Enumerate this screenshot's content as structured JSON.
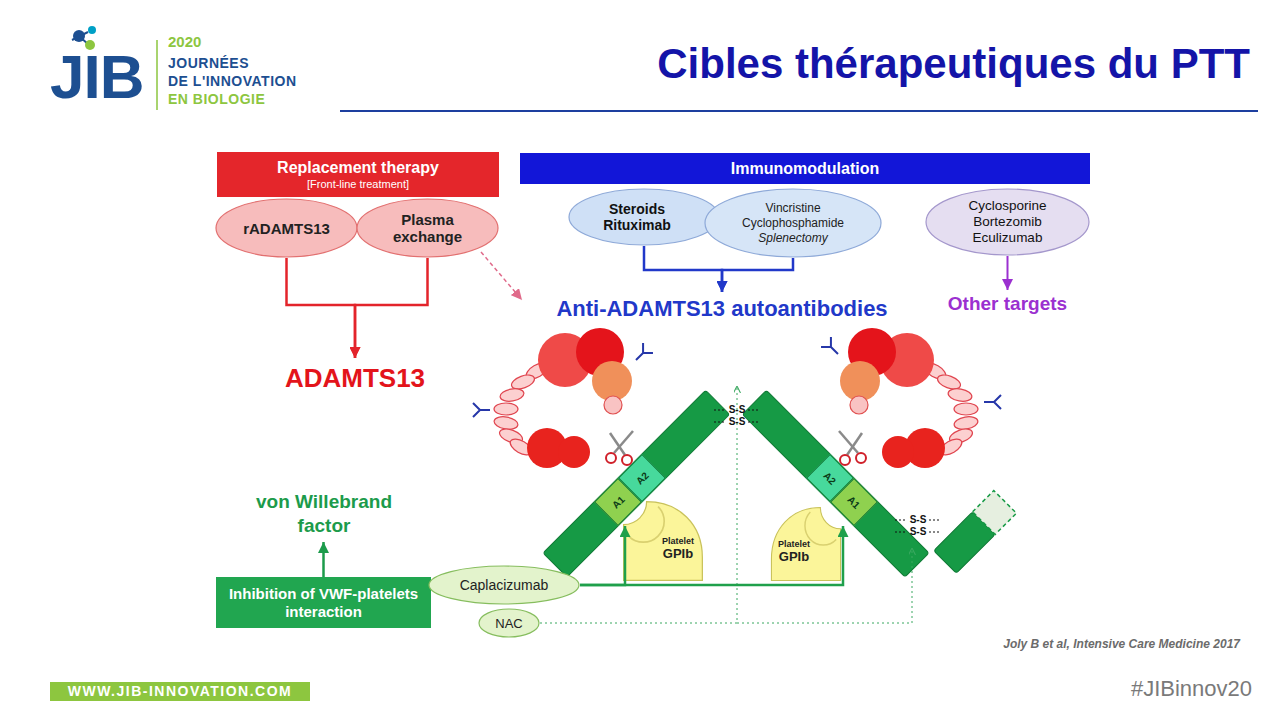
{
  "diagram": {
    "title": "Cibles thérapeutiques du PTT",
    "nodes": [
      {
        "text": [
          "Replacement therapy",
          "[Front-line treatment]"
        ]
      },
      {
        "text": [
          "rADAMTS13"
        ]
      },
      {
        "text": [
          "Plasma exchange"
        ]
      },
      {
        "text": [
          "Immunomodulation"
        ]
      },
      {
        "text": [
          "Steroids Rituximab"
        ]
      },
      {
        "text": [
          "Vincristine Cyclophosphamide",
          "Splenectomy"
        ]
      },
      {
        "text": [
          "Cyclosporine Bortezomib Eculizumab"
        ]
      },
      {
        "text": [
          "ADAMTS13"
        ]
      },
      {
        "text": [
          "Anti-ADAMTS13 autoantibodies"
        ]
      },
      {
        "text": [
          "Other targets"
        ]
      },
      {
        "text": [
          "A1"
        ]
      },
      {
        "text": [
          "A2"
        ]
      },
      {
        "text": [
          "A2"
        ]
      },
      {
        "text": [
          "A1"
        ]
      },
      {
        "text": [
          "Platelet",
          "GPIb"
        ]
      },
      {
        "text": [
          "Platelet",
          "GPIb"
        ]
      },
      {
        "text": [
          "von Willebrand factor"
        ]
      },
      {
        "text": [
          "Inhibition of VWF-platelets interaction"
        ]
      },
      {
        "text": [
          "Caplacizumab"
        ]
      },
      {
        "text": [
          "NAC"
        ]
      }
    ],
    "edges": [
      {
        "from": 1,
        "to": 7,
        "arrow": "to"
      },
      {
        "from": 2,
        "to": 7,
        "arrow": "to"
      },
      {
        "from": 2,
        "to": 8,
        "arrow": "to"
      },
      {
        "from": 4,
        "to": 8,
        "arrow": "to"
      },
      {
        "from": 5,
        "to": 8,
        "arrow": "to"
      },
      {
        "from": 6,
        "to": 9,
        "arrow": "to"
      },
      {
        "from": 17,
        "to": 16,
        "arrow": "to"
      },
      {
        "from": 18,
        "to": 10,
        "arrow": "to"
      },
      {
        "from": 18,
        "to": 13,
        "arrow": "to"
      }
    ],
    "labels": [
      "2020",
      "JIB",
      "JOURNÉES",
      "DE L'INNOVATION",
      "EN BIOLOGIE",
      "S-S",
      "S-S",
      "S-S",
      "S-S",
      "Joly B et al, Intensive Care Medicine 2017",
      "WWW.JIB-INNOVATION.COM",
      "#JIBinnov20"
    ]
  }
}
